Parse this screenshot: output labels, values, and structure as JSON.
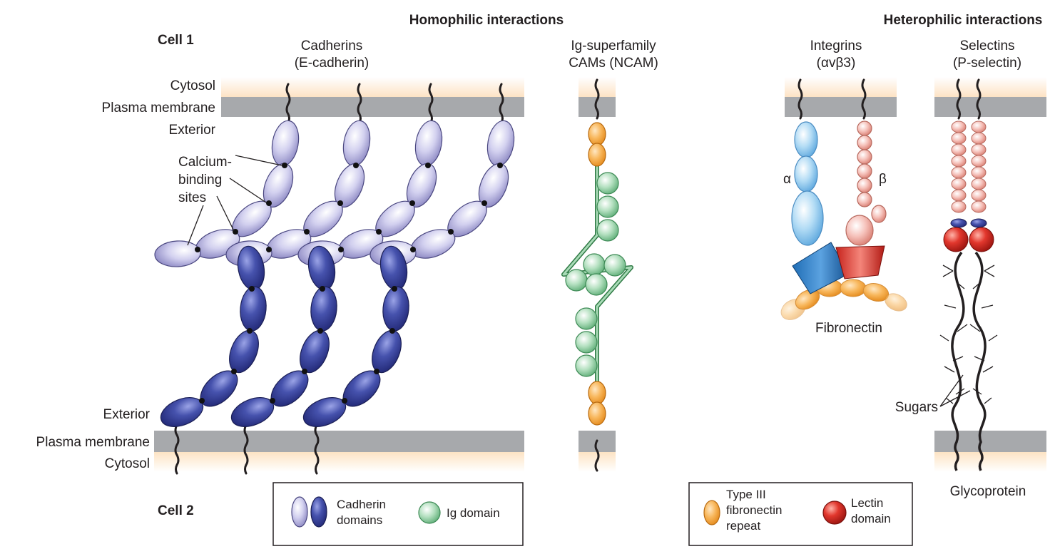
{
  "headings": {
    "homophilic": "Homophilic interactions",
    "heterophilic": "Heterophilic interactions"
  },
  "cells": {
    "cell1": "Cell 1",
    "cell2": "Cell 2"
  },
  "side_labels": {
    "cytosol_top": "Cytosol",
    "membrane_top": "Plasma membrane",
    "exterior_top": "Exterior",
    "calcium_line1": "Calcium-",
    "calcium_line2": "binding",
    "calcium_line3": "sites",
    "exterior_bottom": "Exterior",
    "membrane_bottom": "Plasma membrane",
    "cytosol_bottom": "Cytosol"
  },
  "molecules": {
    "cadherins_line1": "Cadherins",
    "cadherins_line2": "(E-cadherin)",
    "ig_line1": "Ig-superfamily",
    "ig_line2": "CAMs (NCAM)",
    "integrins_line1": "Integrins",
    "integrins_line2": "(αvβ3)",
    "selectins_line1": "Selectins",
    "selectins_line2": "(P-selectin)",
    "alpha": "α",
    "beta": "β",
    "fibronectin": "Fibronectin",
    "sugars": "Sugars",
    "glycoprotein": "Glycoprotein"
  },
  "legend": {
    "cadherin_line1": "Cadherin",
    "cadherin_line2": "domains",
    "ig": "Ig domain",
    "type3_line1": "Type III",
    "type3_line2": "fibronectin",
    "type3_line3": "repeat",
    "lectin_line1": "Lectin",
    "lectin_line2": "domain"
  },
  "colors": {
    "membrane": "#a7a9ac",
    "cytosol": "#fde3c4",
    "cadherin_light": "#c9c6ea",
    "cadherin_dark": "#3f4aa6",
    "ig_domain": "#a9dbb7",
    "type3_repeat": "#f7a94a",
    "lectin": "#e0332b",
    "integrin_alpha": "#a9d7f3",
    "integrin_beta": "#f3b5ad"
  }
}
